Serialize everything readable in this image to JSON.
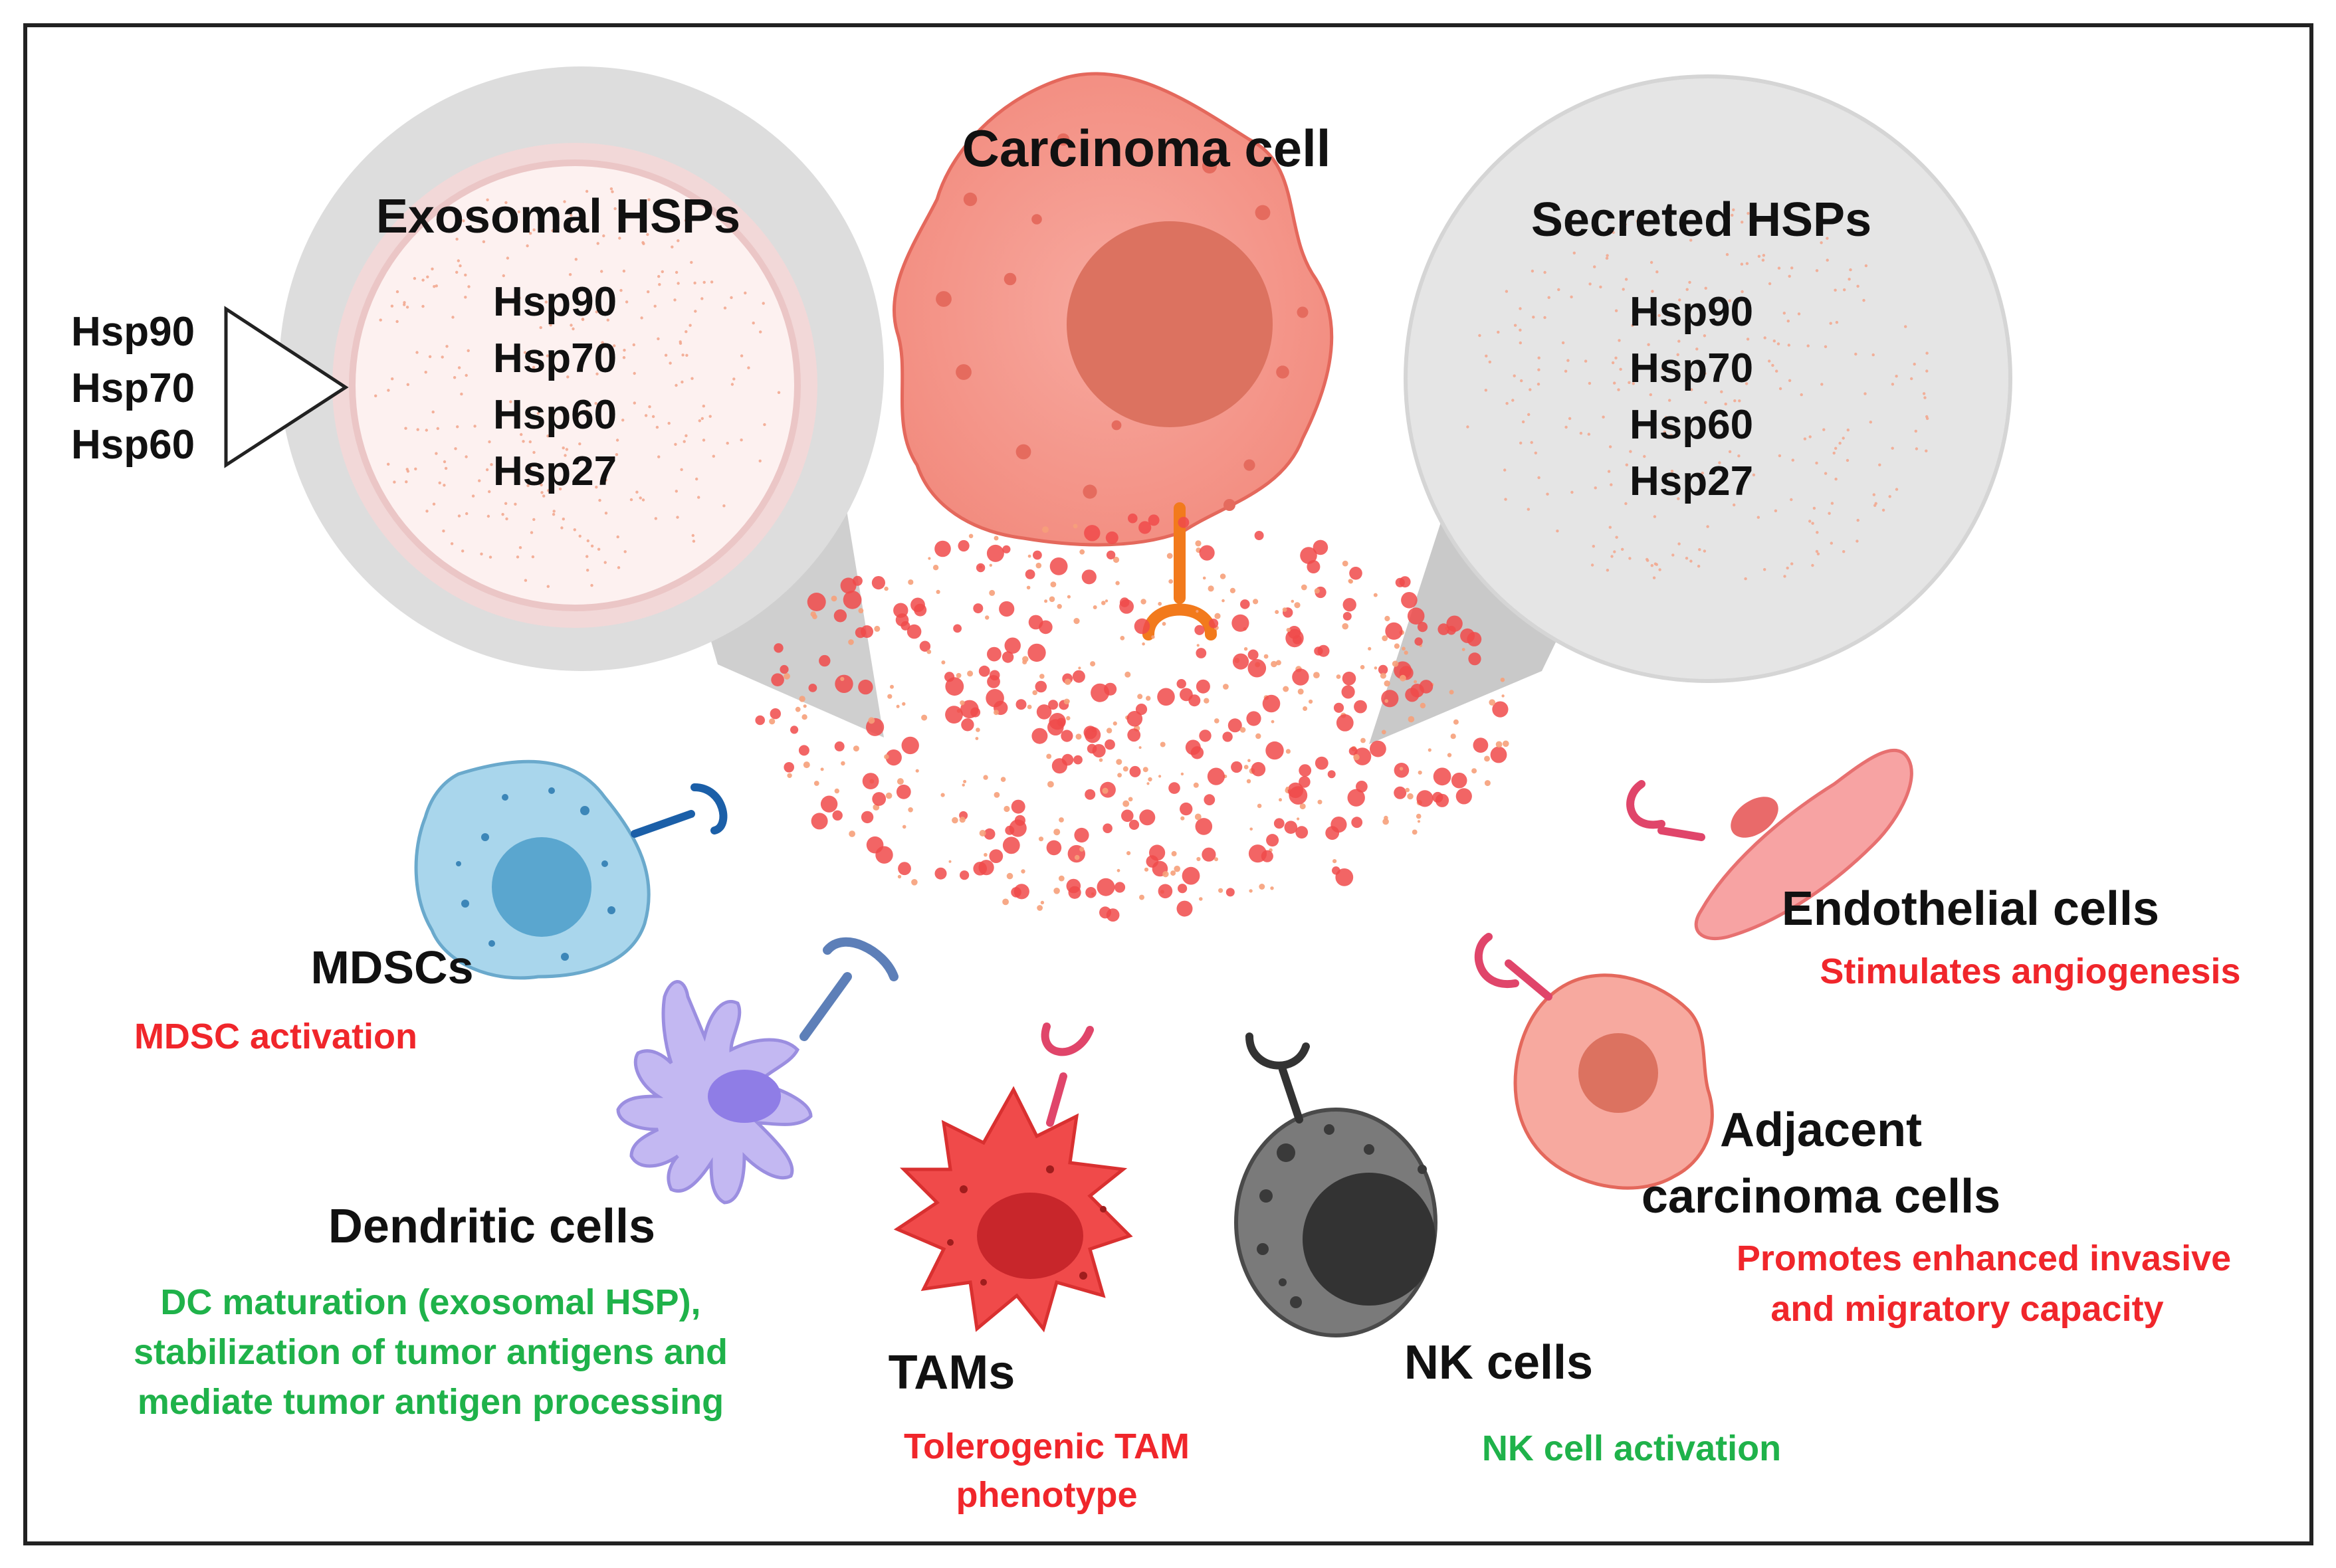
{
  "carcinoma": {
    "title": "Carcinoma cell"
  },
  "exosomal": {
    "title": "Exosomal HSPs",
    "items": [
      "Hsp90",
      "Hsp70",
      "Hsp60",
      "Hsp27"
    ]
  },
  "membrane": {
    "items": [
      "Hsp90",
      "Hsp70",
      "Hsp60"
    ]
  },
  "secreted": {
    "title": "Secreted HSPs",
    "items": [
      "Hsp90",
      "Hsp70",
      "Hsp60",
      "Hsp27"
    ]
  },
  "mdscs": {
    "label": "MDSCs",
    "effect": "MDSC activation"
  },
  "dendritic": {
    "label": "Dendritic cells",
    "effect": [
      "DC maturation (exosomal HSP),",
      "stabilization of tumor antigens and",
      "mediate tumor antigen processing"
    ]
  },
  "tams": {
    "label": "TAMs",
    "effect": [
      "Tolerogenic TAM",
      "phenotype"
    ]
  },
  "nk": {
    "label": "NK cells",
    "effect": "NK cell activation"
  },
  "adjacent": {
    "label": [
      "Adjacent",
      "carcinoma cells"
    ],
    "effect": [
      "Promotes enhanced invasive",
      "and migratory capacity"
    ]
  },
  "endothelial": {
    "label": "Endothelial cells",
    "effect": "Stimulates angiogenesis"
  },
  "colors": {
    "effect_negative": "#f0262b",
    "effect_positive": "#1fb24a",
    "carcinoma": "#f4998e",
    "mdsc": "#a9d6ec",
    "dendritic": "#c3b8f2",
    "tam": "#f04a4a",
    "nk": "#7a7a7a"
  }
}
